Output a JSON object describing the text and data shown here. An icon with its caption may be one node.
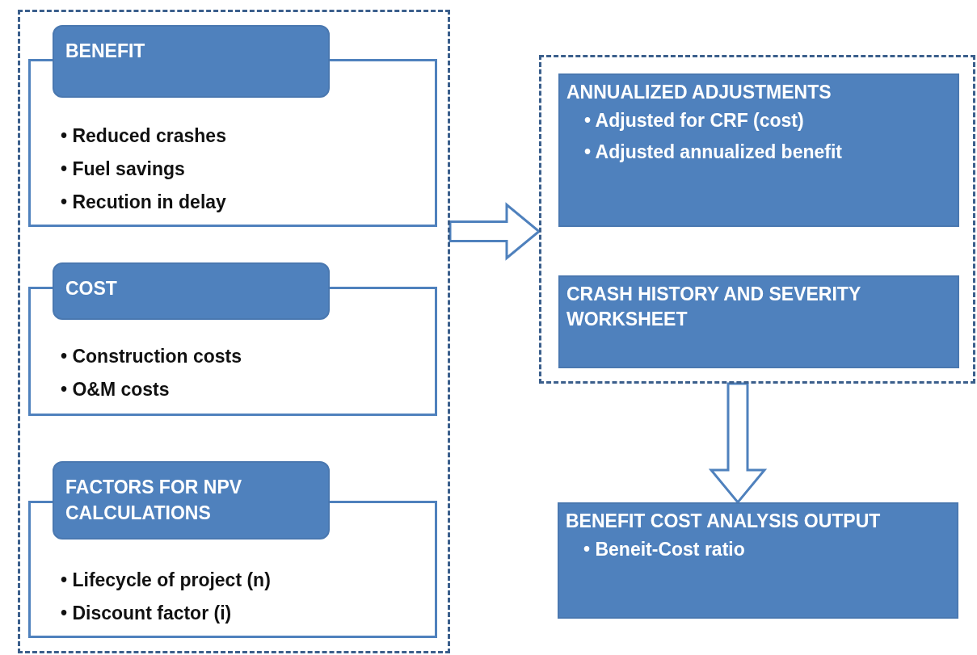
{
  "diagram": {
    "nodes": [
      {
        "text": [],
        "shape": "box"
      },
      {
        "text": [
          "BENEFIT",
          "• Reduced crashes",
          "• Fuel savings",
          "• Recution in delay"
        ],
        "in": 0
      },
      {
        "text": [
          "COST",
          "• Construction costs",
          "• O&M costs"
        ],
        "in": 0
      },
      {
        "text": [
          "FACTORS FOR NPV CALCULATIONS",
          "• Lifecycle of project (n)",
          "• Discount factor (i)"
        ],
        "in": 0
      },
      {
        "text": [],
        "shape": "box"
      },
      {
        "text": [
          "ANNUALIZED ADJUSTMENTS",
          "• Adjusted for CRF (cost)",
          "• Adjusted annualized benefit"
        ],
        "in": 4
      },
      {
        "text": [
          "CRASH HISTORY AND SEVERITY WORKSHEET"
        ],
        "in": 4
      },
      {
        "text": [
          "BENEFIT COST ANALYSIS OUTPUT",
          "• Beneit-Cost ratio"
        ]
      }
    ],
    "edges": [
      {
        "from": 0,
        "to": 4,
        "arrow": "to"
      },
      {
        "from": 4,
        "to": 7,
        "arrow": "to"
      }
    ]
  }
}
